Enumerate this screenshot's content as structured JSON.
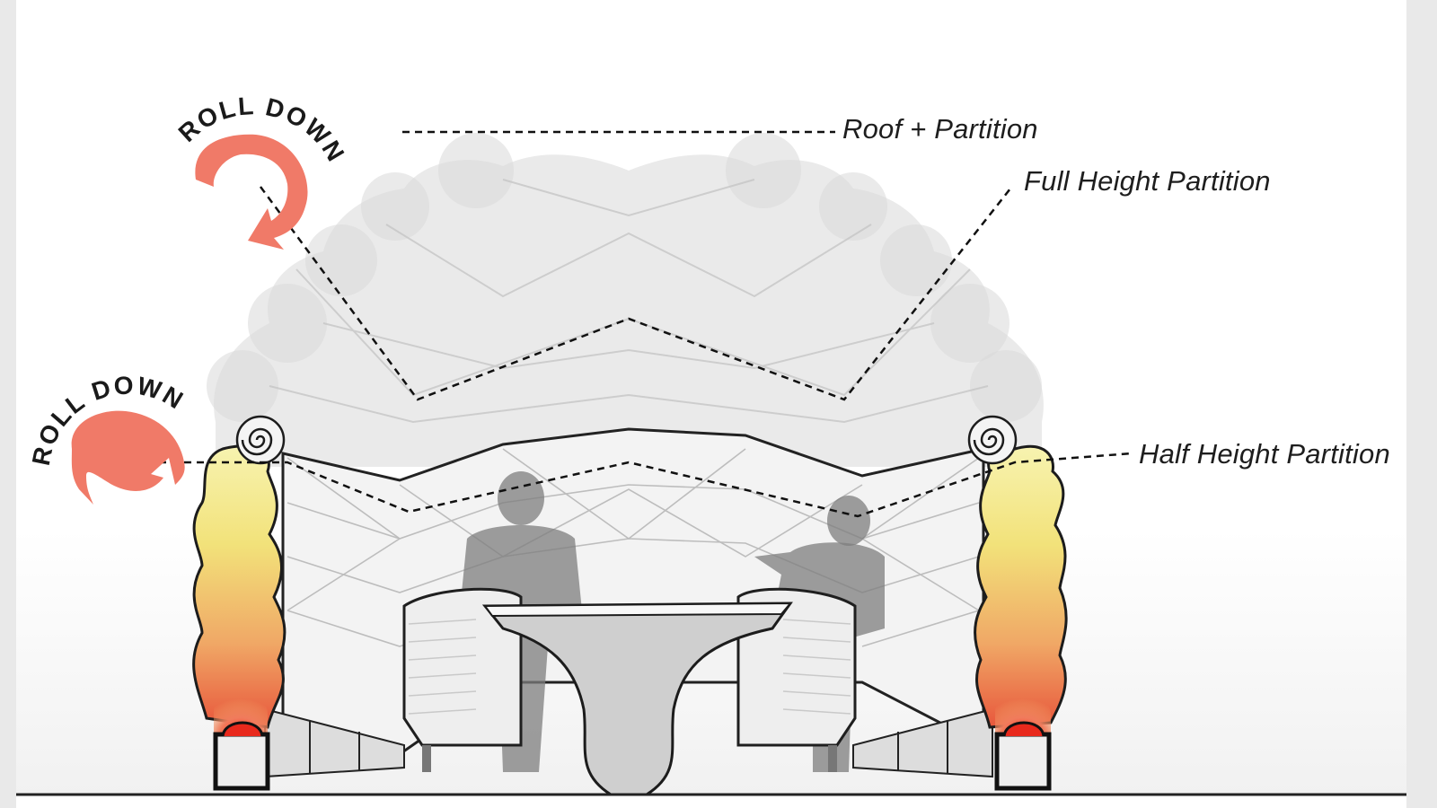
{
  "annotations": {
    "roof_partition": "Roof + Partition",
    "full_height_partition": "Full Height Partition",
    "half_height_partition": "Half Height Partition"
  },
  "arrows": {
    "upper": "ROLL DOWN",
    "lower": "ROLL DOWN"
  },
  "colors": {
    "arrow": "#f07a68",
    "cushion_top": "#f6f2a0",
    "cushion_mid": "#f2c063",
    "cushion_bottom": "#e8503a",
    "heater_glow": "#e8291c"
  }
}
